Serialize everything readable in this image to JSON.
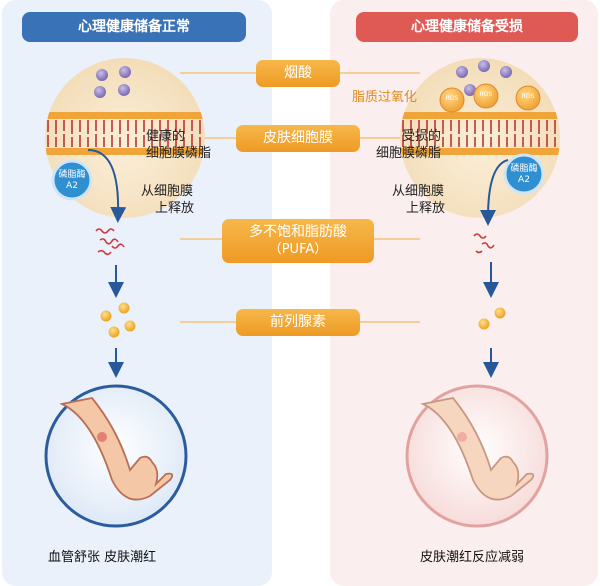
{
  "headers": {
    "left": "心理健康储备正常",
    "right": "心理健康储备受损"
  },
  "steps": {
    "smoking": "烟酸",
    "skin_membrane": "皮肤细胞膜",
    "pufa_line1": "多不饱和脂肪酸",
    "pufa_line2": "（PUFA）",
    "prostaglandin": "前列腺素"
  },
  "left": {
    "membrane_line1": "健康的",
    "membrane_line2": "细胞膜磷脂",
    "enzyme_line1": "磷脂酶",
    "enzyme_line2": "A2",
    "release_line1": "从细胞膜",
    "release_line2": "上释放",
    "result": "血管舒张  皮肤潮红"
  },
  "right": {
    "peroxidation": "脂质过氧化",
    "ros": "ROS",
    "membrane_line1": "受损的",
    "membrane_line2": "细胞膜磷脂",
    "enzyme_line1": "磷脂酶",
    "enzyme_line2": "A2",
    "release_line1": "从细胞膜",
    "release_line2": "上释放",
    "result": "皮肤潮红反应减弱"
  },
  "colors": {
    "left_header": "#3a72b8",
    "right_header": "#df5a55",
    "step_pill": "#f2a93a",
    "left_panel": "#eaf1fa",
    "right_panel": "#fbeeee",
    "molecule_purple": "#8e7fbf",
    "prostaglandin_dot": "#f2b63f",
    "pufa_squiggle": "#d23a3a",
    "arrow_blue": "#27599a",
    "enzyme_blue": "#2f8fd0"
  }
}
